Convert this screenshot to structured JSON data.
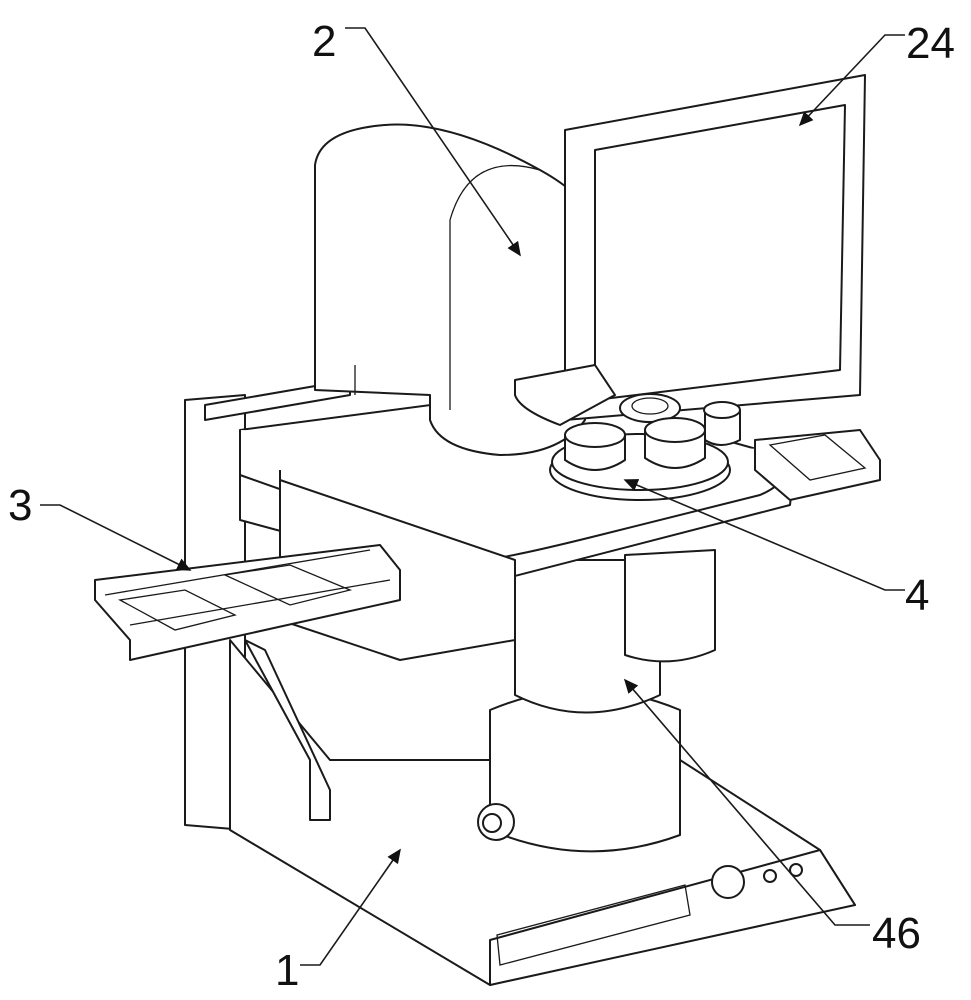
{
  "figure": {
    "labels": {
      "base": "1",
      "imaging_head": "2",
      "conveyor": "3",
      "sample_turret": "4",
      "monitor": "24",
      "column": "46"
    }
  }
}
